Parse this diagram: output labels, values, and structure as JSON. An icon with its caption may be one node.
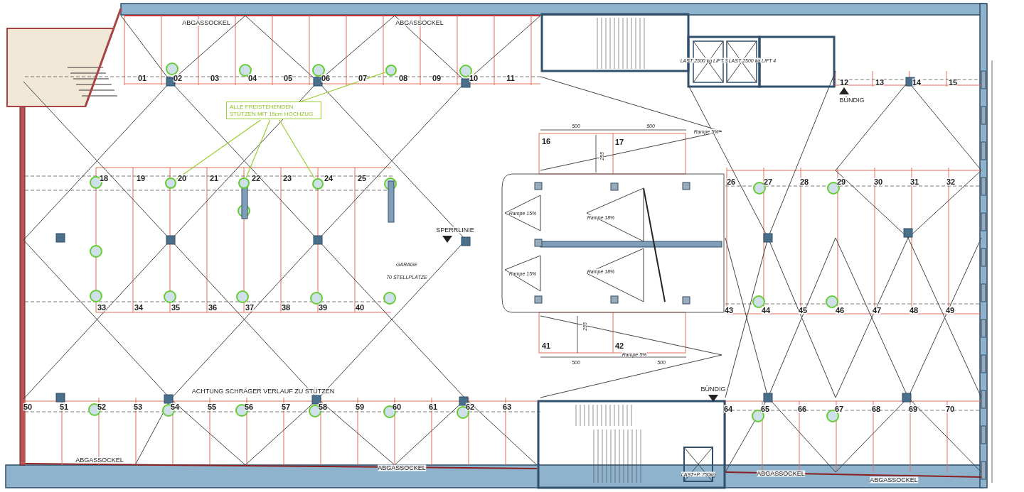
{
  "diagram": {
    "nodes": [
      {
        "text": [],
        "shape": "circle"
      },
      {
        "text": [
          "ALLE FREISTEHENDEN STÜTZEN MIT 15cm HOCHZUG"
        ]
      },
      {
        "text": [],
        "shape": "circle"
      },
      {
        "text": [],
        "shape": "circle"
      },
      {
        "text": [],
        "shape": "circle"
      }
    ],
    "edges": [
      {
        "from": 1,
        "to": 2,
        "arrow": "none",
        "color": "#9acd32"
      },
      {
        "from": 1,
        "to": 3,
        "arrow": "none",
        "color": "#9acd32"
      },
      {
        "from": 1,
        "to": 4,
        "arrow": "none",
        "color": "#9acd32"
      },
      {
        "from": 1,
        "to": 0,
        "arrow": "none",
        "color": "#9acd32"
      }
    ],
    "labels": [
      "ABGASSOCKEL",
      "ABGASSOCKEL",
      "01",
      "02",
      "03",
      "04",
      "05",
      "06",
      "07",
      "08",
      "09",
      "10",
      "11",
      "12",
      "13",
      "14",
      "15",
      "BÜNDIG",
      "LAST 2500 kg LIFT 3",
      "LAST 2500 kg LIFT 4",
      "500",
      "500",
      "Rampe 5%",
      "16",
      "17",
      "255",
      "18",
      "19",
      "20",
      "21",
      "22",
      "23",
      "24",
      "25",
      "26",
      "27",
      "28",
      "29",
      "30",
      "31",
      "32",
      "Rampe 15%",
      "Rampe 18%",
      "SPERRLINIE",
      "Rampe 15%",
      "Rampe 18%",
      "GARAGE",
      "70 STELLPLÄTZE",
      "33",
      "34",
      "35",
      "36",
      "37",
      "38",
      "39",
      "40",
      "43",
      "44",
      "45",
      "46",
      "47",
      "48",
      "49",
      "255",
      "41",
      "42",
      "500",
      "Rampe 5%",
      "500",
      "ACHTUNG SCHRÄGER VERLAUF ZU STÜTZEN",
      "BÜNDIG",
      "50",
      "51",
      "52",
      "53",
      "54",
      "55",
      "56",
      "57",
      "58",
      "59",
      "60",
      "61",
      "62",
      "63",
      "64",
      "65",
      "66",
      "67",
      "68",
      "69",
      "70",
      "LAST+P. 750kg",
      "ABGASSOCKEL",
      "ABGASSOCKEL",
      "ABGASSOCKEL",
      "ABGASSOCKEL"
    ]
  }
}
